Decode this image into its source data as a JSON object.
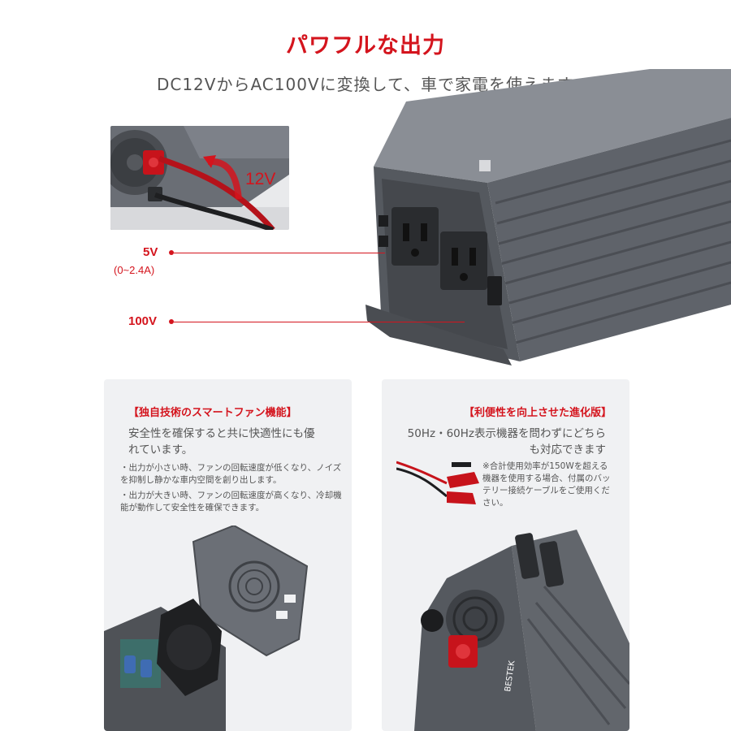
{
  "header": {
    "title": "パワフルな出力",
    "subtitle": "DC12VからAC100Vに変換して、車で家電を使えます"
  },
  "hero": {
    "inset_label": "12V",
    "callout_5v": "5V",
    "callout_5v_current": "(0~2.4A)",
    "callout_100v": "100V",
    "brand": "BESTEK"
  },
  "feature_left": {
    "title": "【独自技術のスマートファン機能】",
    "description": "安全性を確保すると共に快適性にも優れています。",
    "bullets": [
      "出力が小さい時、ファンの回転速度が低くなり、ノイズを抑制し静かな車内空間を創り出します。",
      "出力が大きい時、ファンの回転速度が高くなり、冷却機能が動作して安全性を確保できます。"
    ]
  },
  "feature_right": {
    "title": "【利便性を向上させた進化版】",
    "description": "50Hz・60Hz表示機器を問わずにどちらも対応できます",
    "note": "※合計使用効率が150Wを超える機器を使用する場合、付属のバッテリー接続ケーブルをご使用ください。"
  },
  "colors": {
    "accent": "#d4141d",
    "device": "#5d6168",
    "card_bg": "#f0f1f3"
  }
}
